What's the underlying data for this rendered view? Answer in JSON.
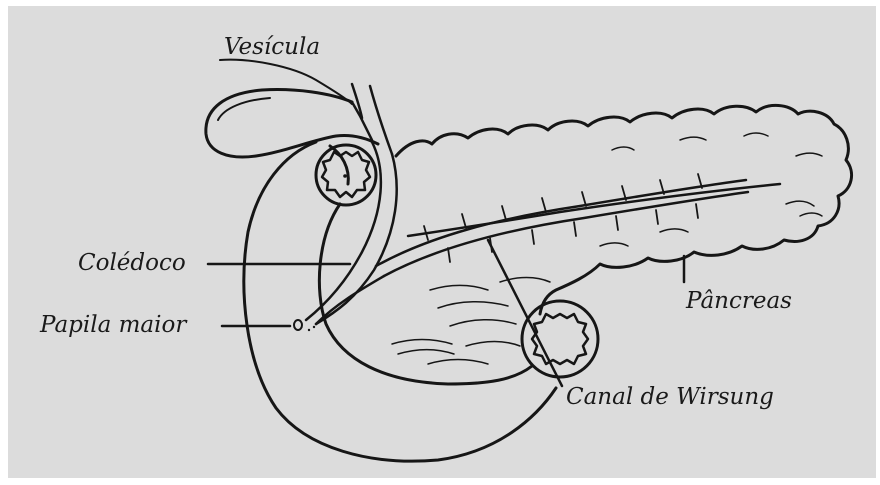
{
  "figure": {
    "background": "#dcdcdc",
    "ink_color": "#161616",
    "labels": {
      "vesicula": "Vesícula",
      "coledoco": "Colédoco",
      "papila_maior": "Papila maior",
      "pancreas": "Pâncreas",
      "canal_wirsung": "Canal de Wirsung"
    }
  }
}
